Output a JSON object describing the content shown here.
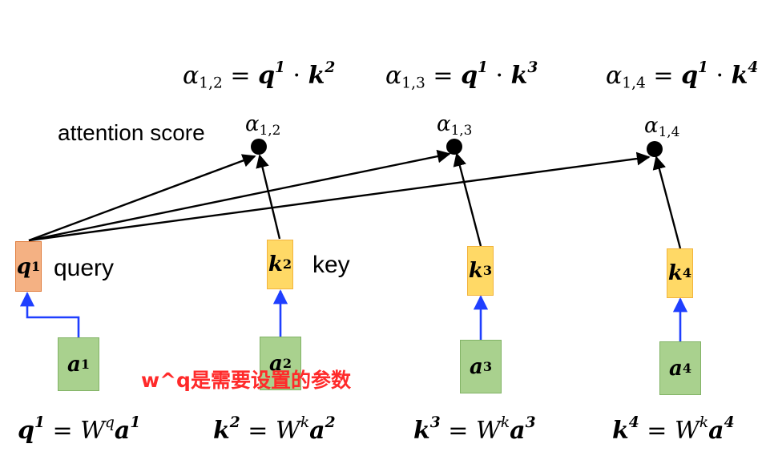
{
  "colors": {
    "query_fill": "#f4b183",
    "key_fill": "#ffd966",
    "input_fill": "#a9d18e",
    "weight_arrow": "#1f3fff",
    "note_text": "#ff2a2a",
    "lines": "#000000"
  },
  "attention_label": "attention score",
  "query_label": "query",
  "key_label": "key",
  "note": "w^q是需要设置的参数",
  "formulas": {
    "a12": {
      "alpha": "α",
      "sub": "1,2",
      "lhs": "q",
      "lhs_sup": "1",
      "rhs": "k",
      "rhs_sup": "2"
    },
    "a13": {
      "alpha": "α",
      "sub": "1,3",
      "lhs": "q",
      "lhs_sup": "1",
      "rhs": "k",
      "rhs_sup": "3"
    },
    "a14": {
      "alpha": "α",
      "sub": "1,4",
      "lhs": "q",
      "lhs_sup": "1",
      "rhs": "k",
      "rhs_sup": "4"
    }
  },
  "scores": [
    {
      "alpha": "α",
      "sub": "1,2"
    },
    {
      "alpha": "α",
      "sub": "1,3"
    },
    {
      "alpha": "α",
      "sub": "1,4"
    }
  ],
  "vectors": {
    "q1": {
      "sym": "q",
      "sup": "1"
    },
    "k2": {
      "sym": "k",
      "sup": "2"
    },
    "k3": {
      "sym": "k",
      "sup": "3"
    },
    "k4": {
      "sym": "k",
      "sup": "4"
    }
  },
  "inputs": [
    {
      "sym": "a",
      "sup": "1"
    },
    {
      "sym": "a",
      "sup": "2"
    },
    {
      "sym": "a",
      "sup": "3"
    },
    {
      "sym": "a",
      "sup": "4"
    }
  ],
  "equations": [
    {
      "lhs": "q",
      "lhs_sup": "1",
      "eq": "=",
      "w": "W",
      "w_sup": "q",
      "x": "a",
      "x_sup": "1"
    },
    {
      "lhs": "k",
      "lhs_sup": "2",
      "eq": "=",
      "w": "W",
      "w_sup": "k",
      "x": "a",
      "x_sup": "2"
    },
    {
      "lhs": "k",
      "lhs_sup": "3",
      "eq": "=",
      "w": "W",
      "w_sup": "k",
      "x": "a",
      "x_sup": "3"
    },
    {
      "lhs": "k",
      "lhs_sup": "4",
      "eq": "=",
      "w": "W",
      "w_sup": "k",
      "x": "a",
      "x_sup": "4"
    }
  ]
}
